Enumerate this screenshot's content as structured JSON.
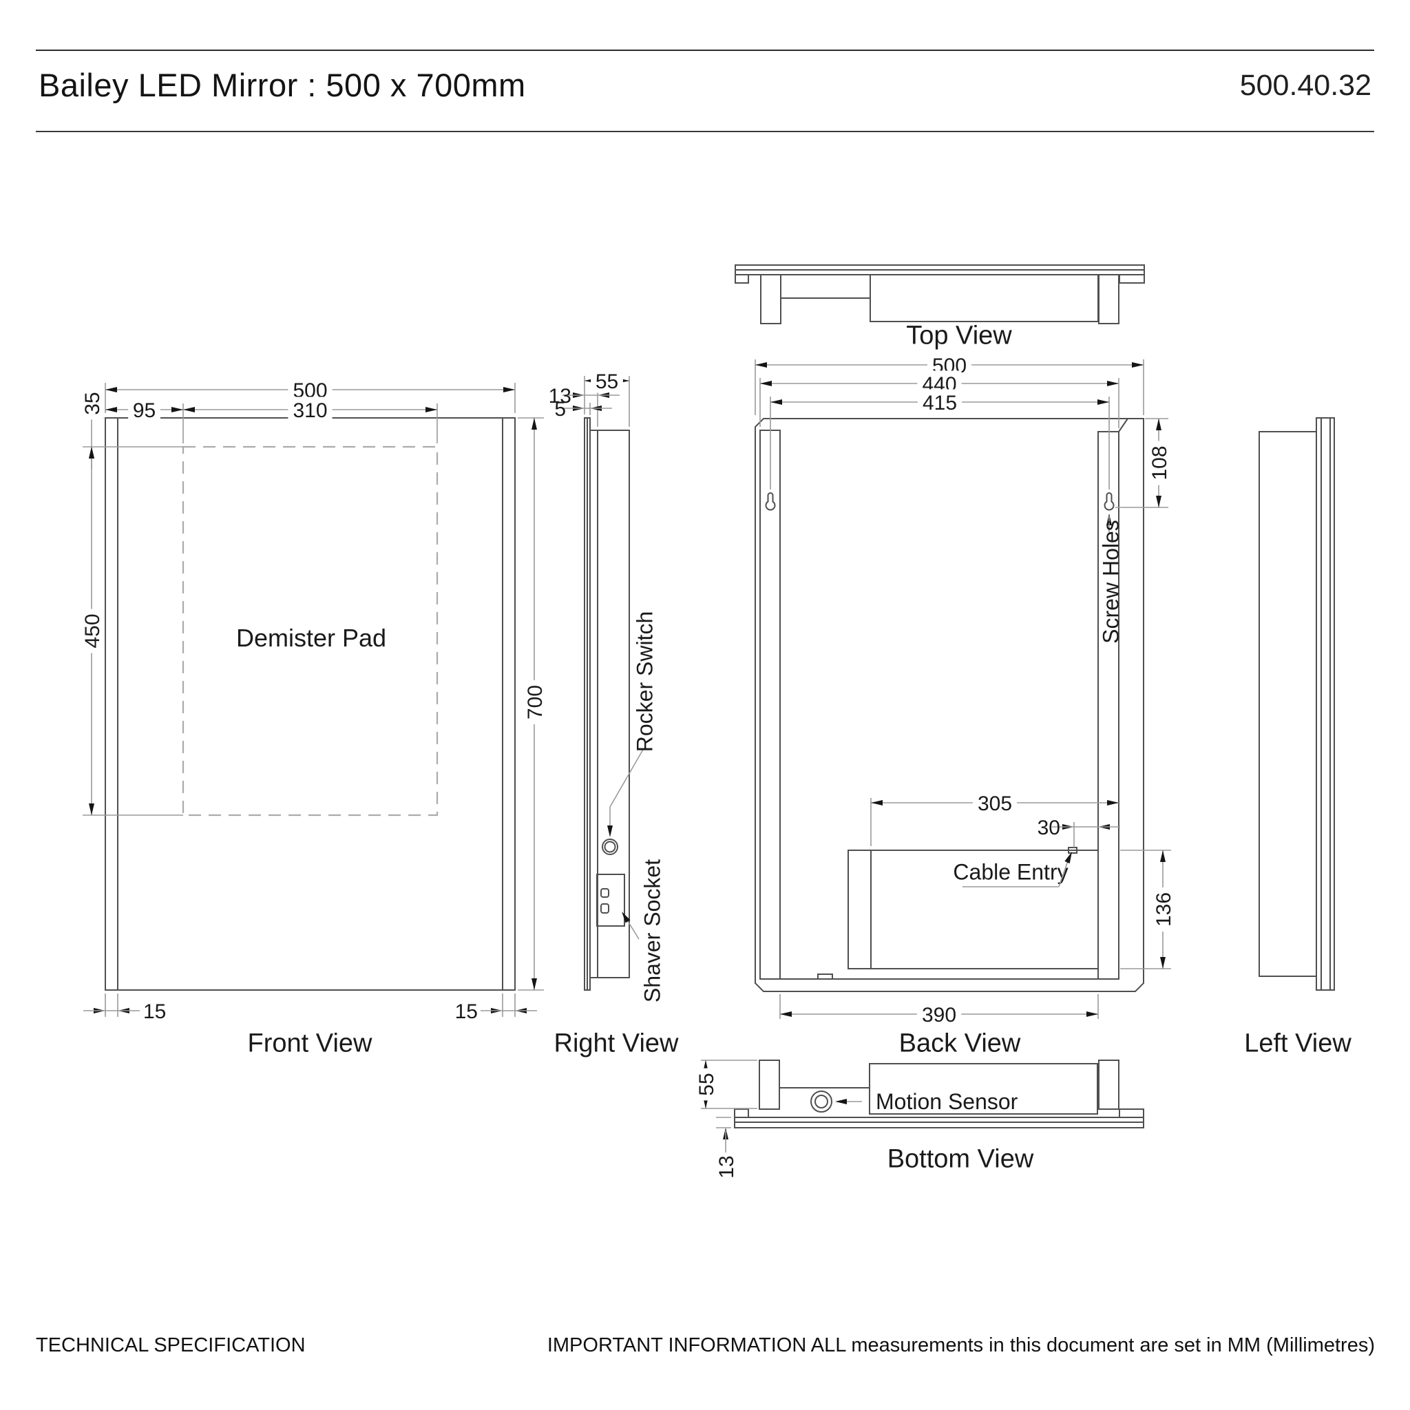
{
  "header": {
    "title": "Bailey LED Mirror : 500 x 700mm",
    "code": "500.40.32"
  },
  "footer": {
    "left": "TECHNICAL SPECIFICATION",
    "right": "IMPORTANT INFORMATION ALL measurements in this document are set in MM (Millimetres)"
  },
  "views": {
    "front": {
      "label": "Front View"
    },
    "right": {
      "label": "Right View"
    },
    "back": {
      "label": "Back View"
    },
    "left": {
      "label": "Left View"
    },
    "top": {
      "label": "Top View"
    },
    "bottom": {
      "label": "Bottom View"
    }
  },
  "annotations": {
    "demister_pad": "Demister Pad",
    "rocker_switch": "Rocker Switch",
    "shaver_socket": "Shaver Socket",
    "screw_holes": "Screw Holes",
    "cable_entry": "Cable Entry",
    "motion_sensor": "Motion Sensor"
  },
  "dimensions_mm": {
    "front": {
      "width": "500",
      "demister_width": "310",
      "demister_left_offset": "95",
      "demister_top_offset": "35",
      "demister_height": "450",
      "height": "700",
      "side_strip_left": "15",
      "side_strip_right": "15"
    },
    "right": {
      "depth": "55",
      "glass_gap": "13",
      "glass": "5"
    },
    "back": {
      "width": "500",
      "bracket_outer": "440",
      "screw_hole_centers": "415",
      "screw_hole_top_offset": "108",
      "cable_to_bracket": "305",
      "cable_offset": "30",
      "driver_box_height": "136",
      "driver_box_width": "390"
    },
    "bottom": {
      "depth": "55",
      "glass_thickness": "13"
    }
  },
  "colors": {
    "line": "#4f4f4f",
    "dim_line": "#9a9a9a",
    "dash": "#ababab",
    "arrow": "#151515",
    "text": "#1a1a1a",
    "background": "#ffffff"
  }
}
